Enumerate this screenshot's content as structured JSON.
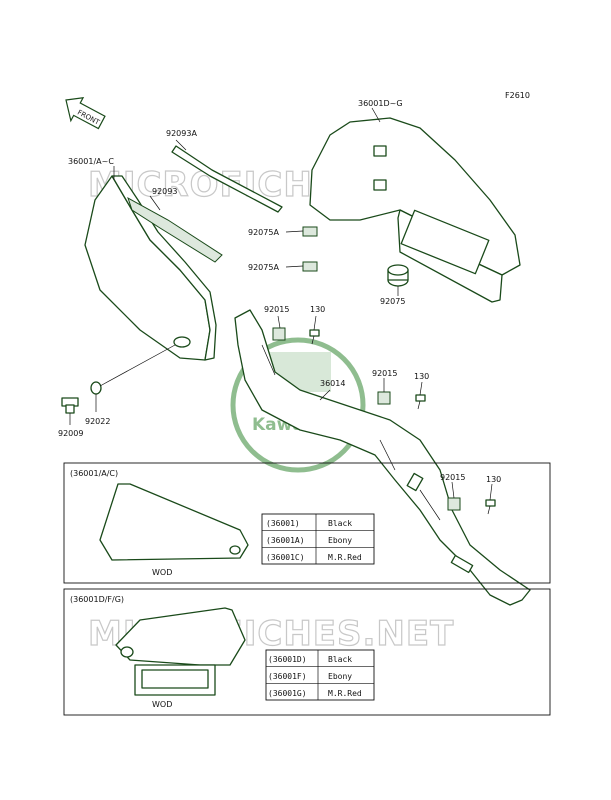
{
  "figure_code": "F2610",
  "front_label": "FRONT",
  "watermark": "MICROFICHES.NET",
  "logo_text": "Kawasaki",
  "labels": {
    "cover_left": "36001/A~C",
    "cover_right": "36001D~G",
    "p92093A": "92093A",
    "p92093": "92093",
    "p92075A_1": "92075A",
    "p92075A_2": "92075A",
    "p92075": "92075",
    "p92015_1": "92015",
    "p130_1": "130",
    "p36014": "36014",
    "p92015_2": "92015",
    "p130_2": "130",
    "p92015_3": "92015",
    "p130_3": "130",
    "p92009": "92009",
    "p92022": "92022"
  },
  "inset_left": {
    "title": "(36001/A/C)",
    "caption": "WOD"
  },
  "inset_right": {
    "title": "(36001D/F/G)",
    "caption": "WOD"
  },
  "color_table_1": [
    {
      "code": "(36001)",
      "color": "Black"
    },
    {
      "code": "(36001A)",
      "color": "Ebony"
    },
    {
      "code": "(36001C)",
      "color": "M.R.Red"
    }
  ],
  "color_table_2": [
    {
      "code": "(36001D)",
      "color": "Black"
    },
    {
      "code": "(36001F)",
      "color": "Ebony"
    },
    {
      "code": "(36001G)",
      "color": "M.R.Red"
    }
  ],
  "colors": {
    "line": "#1a4a1a",
    "logo": "#6aa86a",
    "watermark": "#c8c8c8"
  }
}
